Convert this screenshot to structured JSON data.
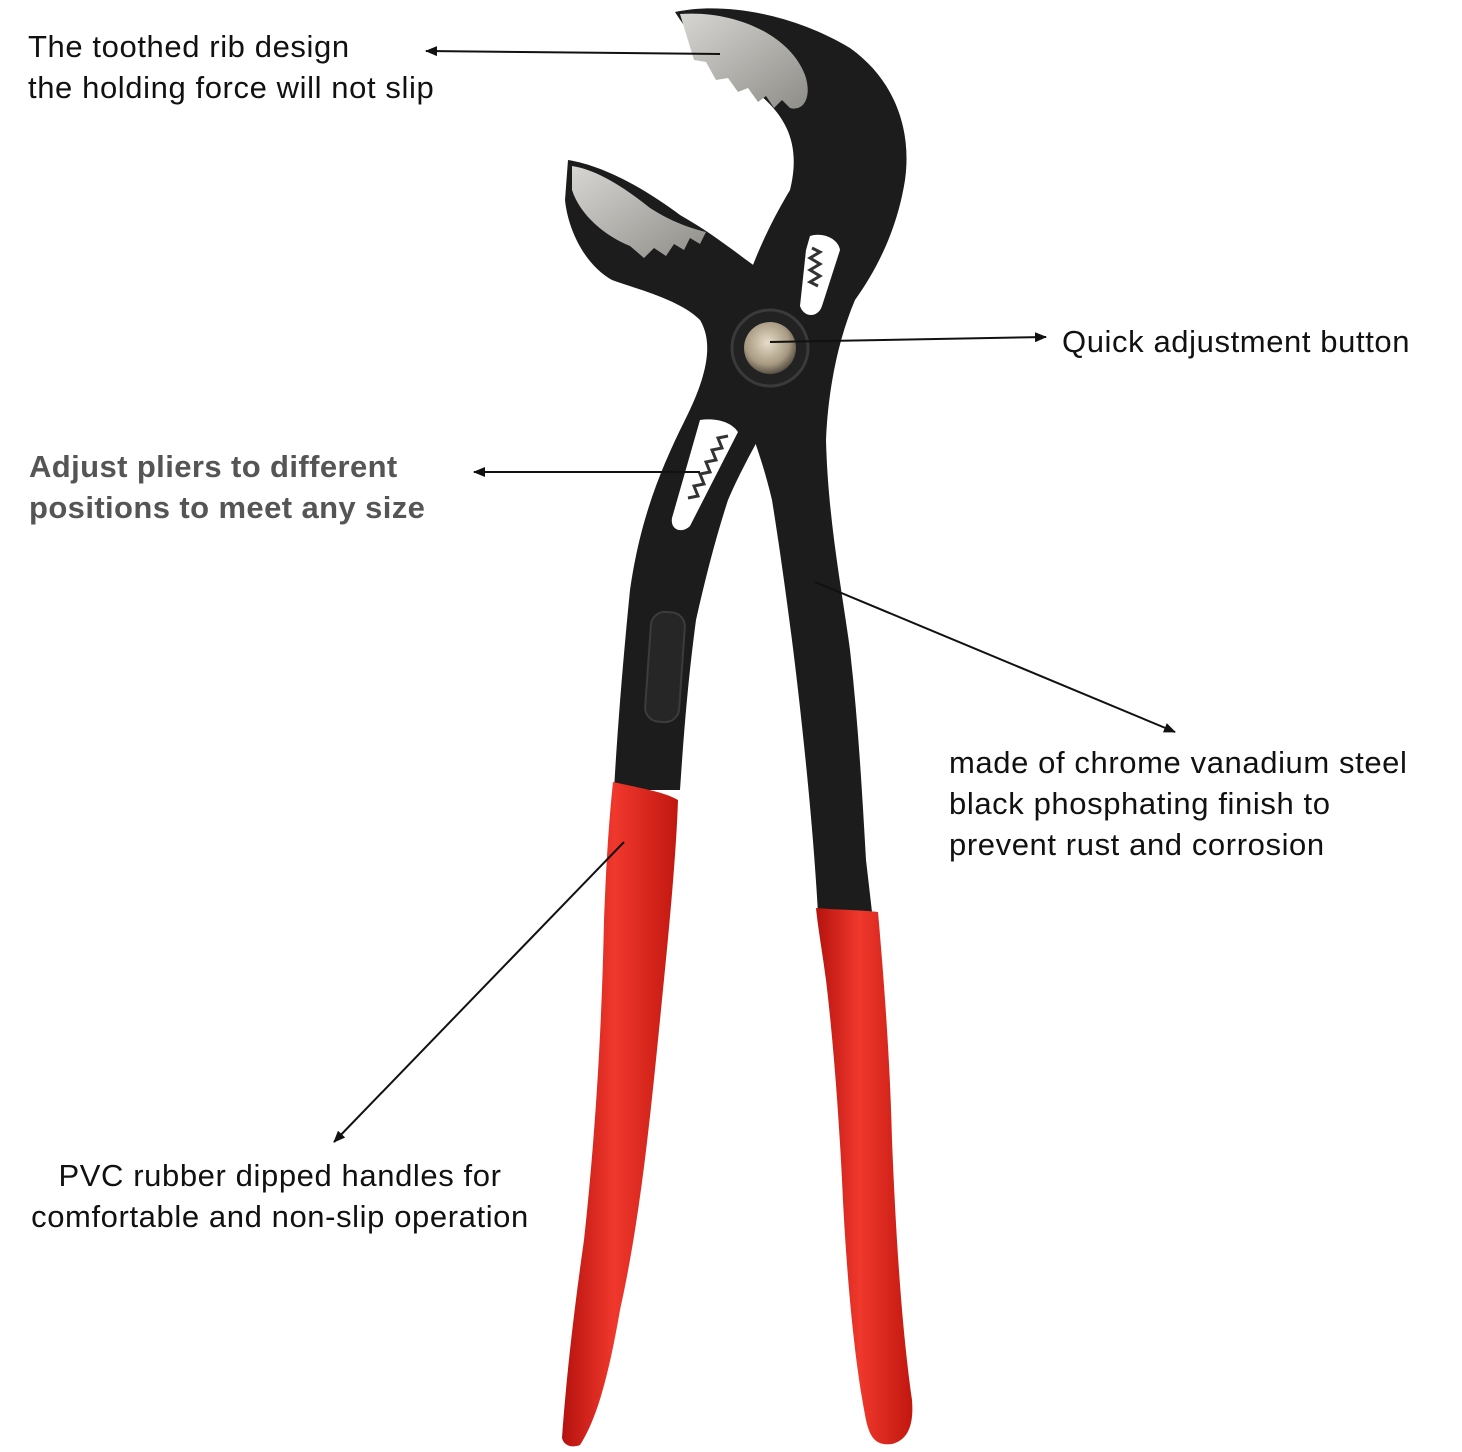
{
  "colors": {
    "background": "#ffffff",
    "steel": "#1c1c1c",
    "jaw_metal": "#b9b7b2",
    "handle_red": "#e8271f",
    "text": "#111111",
    "bold_text": "#555555"
  },
  "annotations": [
    {
      "id": "rib",
      "lines": [
        "The toothed rib design",
        "the holding force will not slip"
      ]
    },
    {
      "id": "button",
      "lines": [
        "Quick adjustment button"
      ]
    },
    {
      "id": "adjust",
      "lines": [
        "Adjust pliers to different",
        "positions to meet any size"
      ]
    },
    {
      "id": "steel",
      "lines": [
        "made of chrome vanadium steel",
        "black phosphating finish to",
        "prevent rust and corrosion"
      ]
    },
    {
      "id": "handles",
      "lines": [
        "PVC rubber dipped handles for",
        "comfortable and non-slip operation"
      ]
    }
  ]
}
